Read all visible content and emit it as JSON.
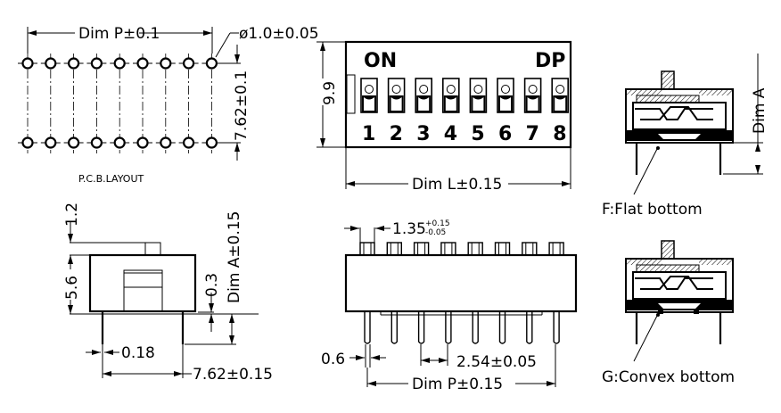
{
  "pcb": {
    "dim_p": "Dim P±0.1",
    "hole_dia": "ø1.0±0.05",
    "row_spacing": "7.62±0.1",
    "title": "P.C.B.LAYOUT",
    "holes_per_row": 9
  },
  "top_view": {
    "on_label": "ON",
    "dp_label": "DP",
    "height": "9.9",
    "length": "Dim L±0.15",
    "switch_numbers": [
      "1",
      "2",
      "3",
      "4",
      "5",
      "6",
      "7",
      "8"
    ]
  },
  "side_view": {
    "actuator_height": "1.2",
    "body_height": "5.6",
    "standoff": "0.3",
    "dim_a": "Dim A±0.15",
    "pin_width": "0.18",
    "row_spacing": "7.62±0.15"
  },
  "front_view": {
    "actuator_width": "1.35",
    "tol_plus": "+0.15",
    "tol_minus": "-0.05",
    "pin_width": "0.6",
    "pitch": "2.54±0.05",
    "dim_p": "Dim P±0.15"
  },
  "sections": {
    "dim_a": "Dim A",
    "flat": "F:Flat bottom",
    "convex": "G:Convex bottom"
  }
}
